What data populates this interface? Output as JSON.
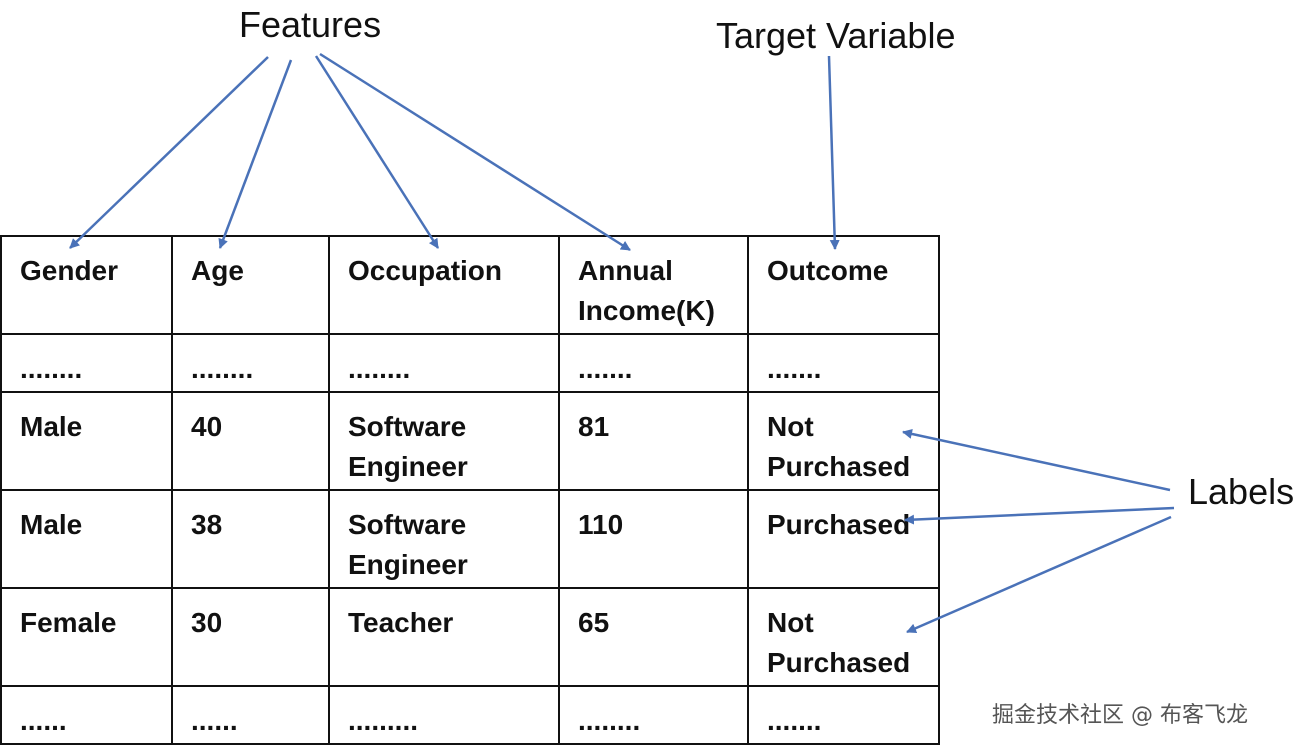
{
  "callouts": {
    "features": "Features",
    "target": "Target Variable",
    "labels": "Labels"
  },
  "table": {
    "headers": [
      "Gender",
      "Age",
      "Occupation",
      "Annual Income(K)",
      "Outcome"
    ],
    "rows": [
      [
        "........",
        "........",
        "........",
        ".......",
        "......."
      ],
      [
        "Male",
        "40",
        "Software Engineer",
        "81",
        "Not Purchased"
      ],
      [
        "Male",
        "38",
        "Software Engineer",
        "110",
        "Purchased"
      ],
      [
        "Female",
        "30",
        "Teacher",
        "65",
        "Not Purchased"
      ],
      [
        "......",
        "......",
        ".........",
        "........",
        "......."
      ]
    ]
  },
  "watermark": "掘金技术社区 @ 布客飞龙",
  "colors": {
    "arrow": "#4a72b8",
    "border": "#111111",
    "text": "#111111"
  }
}
